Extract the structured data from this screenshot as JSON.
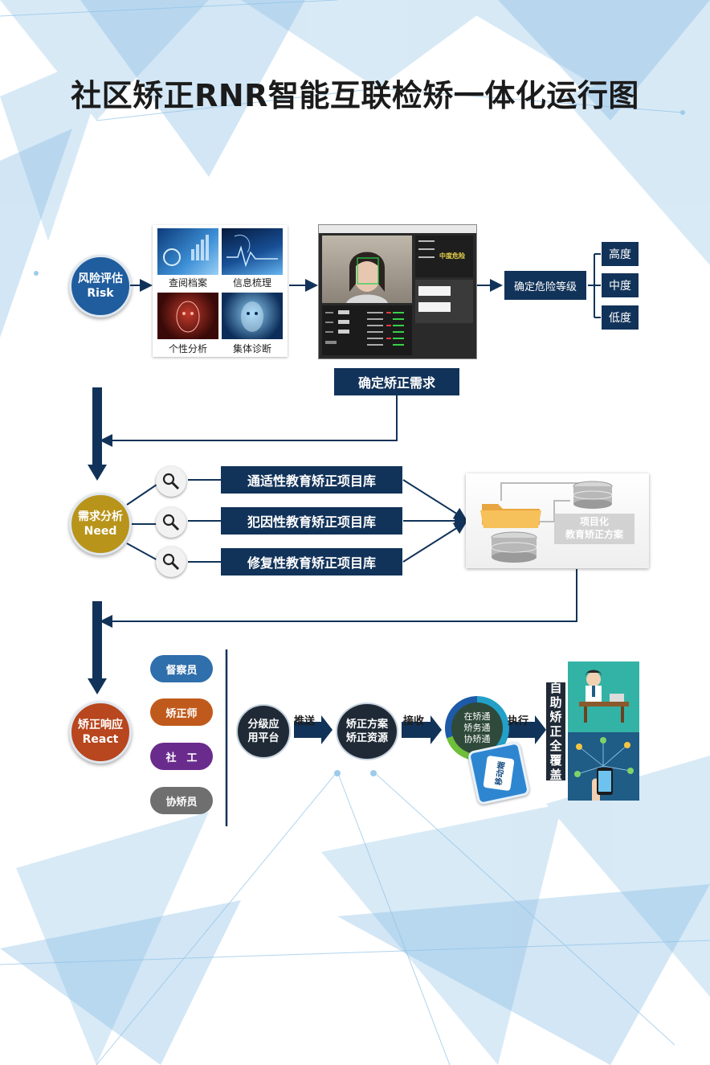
{
  "title": "社区矫正RNR智能互联检矫一体化运行图",
  "risk": {
    "circle": {
      "cn": "风险评估",
      "en": "Risk"
    },
    "tiles": [
      "查阅档案",
      "信息梳理",
      "个性分析",
      "集体诊断"
    ],
    "confirm_label": "确定危险等级",
    "levels": [
      "高度",
      "中度",
      "低度"
    ],
    "need_button": "确定矫正需求",
    "screen_badge": "中度危险"
  },
  "need": {
    "circle": {
      "cn": "需求分析",
      "en": "Need"
    },
    "libraries": [
      "通适性教育矫正项目库",
      "犯因性教育矫正项目库",
      "修复性教育矫正项目库"
    ],
    "plan_label": [
      "项目化",
      "教育矫正方案"
    ]
  },
  "react": {
    "circle": {
      "cn": "矫正响应",
      "en": "React"
    },
    "roles": [
      {
        "label": "督察员",
        "color": "#2f6fab"
      },
      {
        "label": "矫正师",
        "color": "#c05a1c"
      },
      {
        "label": "社　工",
        "color": "#6a2c8c"
      },
      {
        "label": "协矫员",
        "color": "#6f6f6f"
      }
    ],
    "platform": [
      "分级应",
      "用平台"
    ],
    "push_label": "推送",
    "plan_resources": [
      "矫正方案",
      "矫正资源"
    ],
    "receive_label": "接收",
    "apps": [
      "在矫通",
      "矫务通",
      "协矫通"
    ],
    "phone_label": "移动端",
    "execute_label": "执行",
    "coverage_label": [
      "自助",
      "矫正",
      "全覆盖"
    ]
  },
  "colors": {
    "navy": "#123359",
    "risk": "#1f5d9e",
    "need": "#b8941b",
    "react": "#b8461e"
  }
}
